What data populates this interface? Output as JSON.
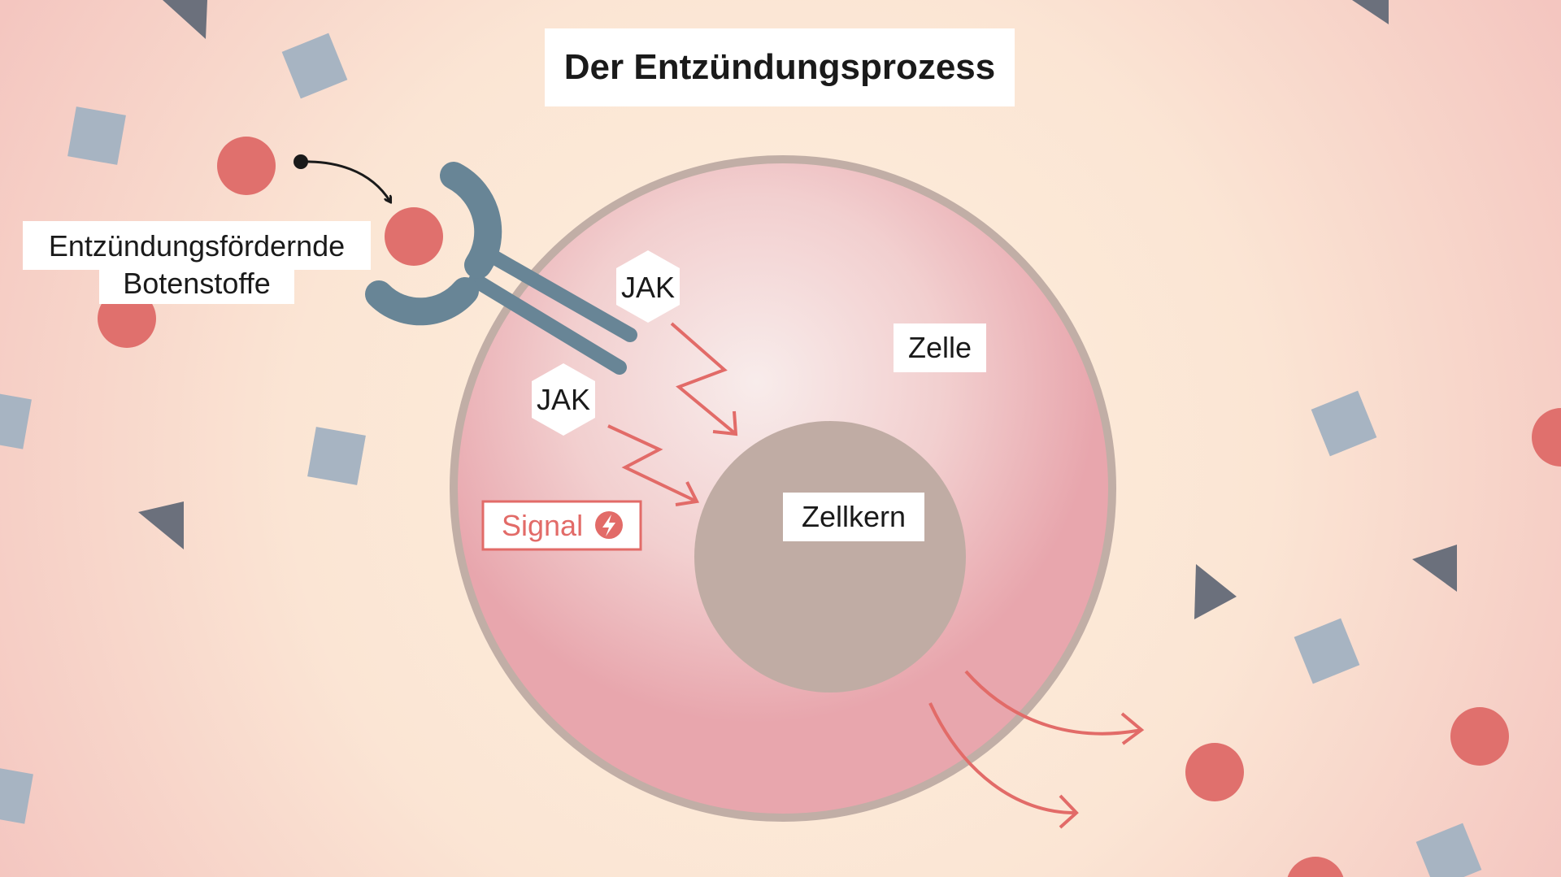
{
  "title": "Der Entzündungsprozess",
  "labels": {
    "botenstoffe_line1": "Entzündungsfördernde",
    "botenstoffe_line2": "Botenstoffe",
    "zelle": "Zelle",
    "zellkern": "Zellkern",
    "jak_top": "JAK",
    "jak_bottom": "JAK",
    "signal": "Signal"
  },
  "icons": {
    "signal": "lightning-bolt-icon"
  },
  "colors": {
    "background_center": "#fdf0dd",
    "background_edge": "#f5c9c3",
    "cell_membrane": "#c1aea6",
    "cell_inner": "#f7e4e2",
    "cell_outer": "#e9a7ae",
    "nucleus": "#c0aca4",
    "receptor": "#688596",
    "messenger": "#e0706d",
    "square": "#a7b4c2",
    "triangle": "#6b707c",
    "signal_arrow": "#e26b68"
  }
}
